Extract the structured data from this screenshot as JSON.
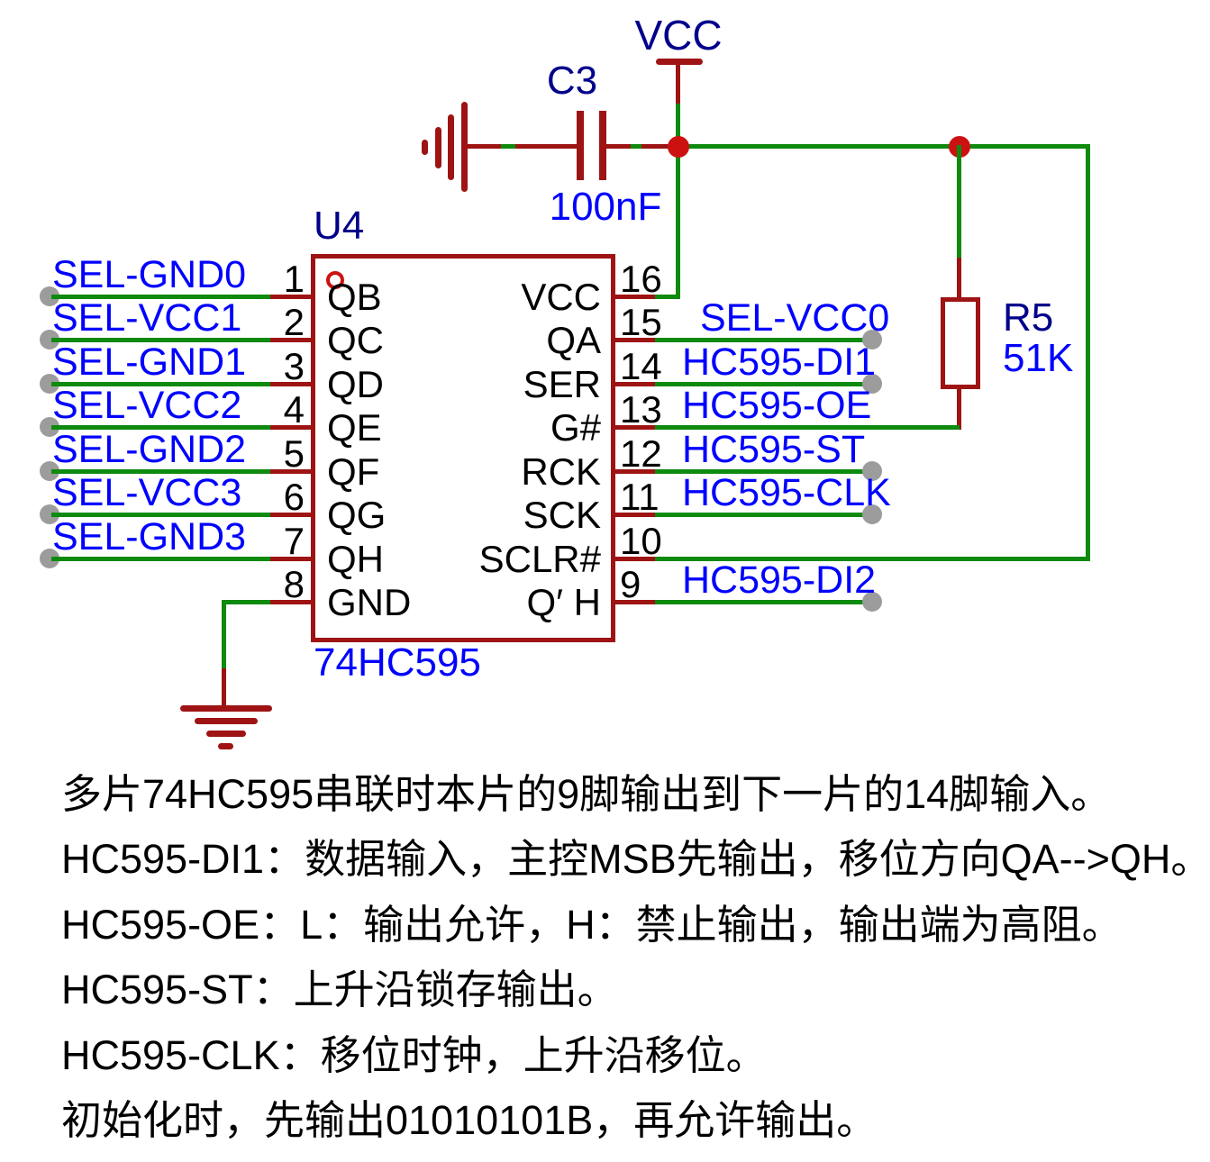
{
  "chip": {
    "designator": "U4",
    "part": "74HC595",
    "left_pins": [
      {
        "num": "1",
        "name": "QB",
        "net": "SEL-GND0"
      },
      {
        "num": "2",
        "name": "QC",
        "net": "SEL-VCC1"
      },
      {
        "num": "3",
        "name": "QD",
        "net": "SEL-GND1"
      },
      {
        "num": "4",
        "name": "QE",
        "net": "SEL-VCC2"
      },
      {
        "num": "5",
        "name": "QF",
        "net": "SEL-GND2"
      },
      {
        "num": "6",
        "name": "QG",
        "net": "SEL-VCC3"
      },
      {
        "num": "7",
        "name": "QH",
        "net": "SEL-GND3"
      },
      {
        "num": "8",
        "name": "GND",
        "net": ""
      }
    ],
    "right_pins": [
      {
        "num": "16",
        "name": "VCC",
        "net": ""
      },
      {
        "num": "15",
        "name": "QA",
        "net": "SEL-VCC0"
      },
      {
        "num": "14",
        "name": "SER",
        "net": "HC595-DI1"
      },
      {
        "num": "13",
        "name": "G#",
        "net": "HC595-OE"
      },
      {
        "num": "12",
        "name": "RCK",
        "net": "HC595-ST"
      },
      {
        "num": "11",
        "name": "SCK",
        "net": "HC595-CLK"
      },
      {
        "num": "10",
        "name": "SCLR#",
        "net": ""
      },
      {
        "num": "9",
        "name": "Q′ H",
        "net": "HC595-DI2"
      }
    ]
  },
  "capacitor": {
    "designator": "C3",
    "value": "100nF"
  },
  "resistor": {
    "designator": "R5",
    "value": "51K"
  },
  "power_label": "VCC",
  "notes": [
    "多片74HC595串联时本片的9脚输出到下一片的14脚输入。",
    "HC595-DI1：数据输入，主控MSB先输出，移位方向QA-->QH。",
    "HC595-OE：L：输出允许，H：禁止输出，输出端为高阻。",
    "HC595-ST：上升沿锁存输出。",
    "HC595-CLK：移位时钟，上升沿移位。",
    "初始化时，先输出01010101B，再允许输出。"
  ],
  "colors": {
    "wire_green": "#0E8A0E",
    "symbol_dark_red": "#9E1313",
    "junction_red": "#CC1111",
    "designator_navy": "#00008B",
    "net_label_blue": "#0000FF",
    "port_gray": "#9C9C9C"
  }
}
